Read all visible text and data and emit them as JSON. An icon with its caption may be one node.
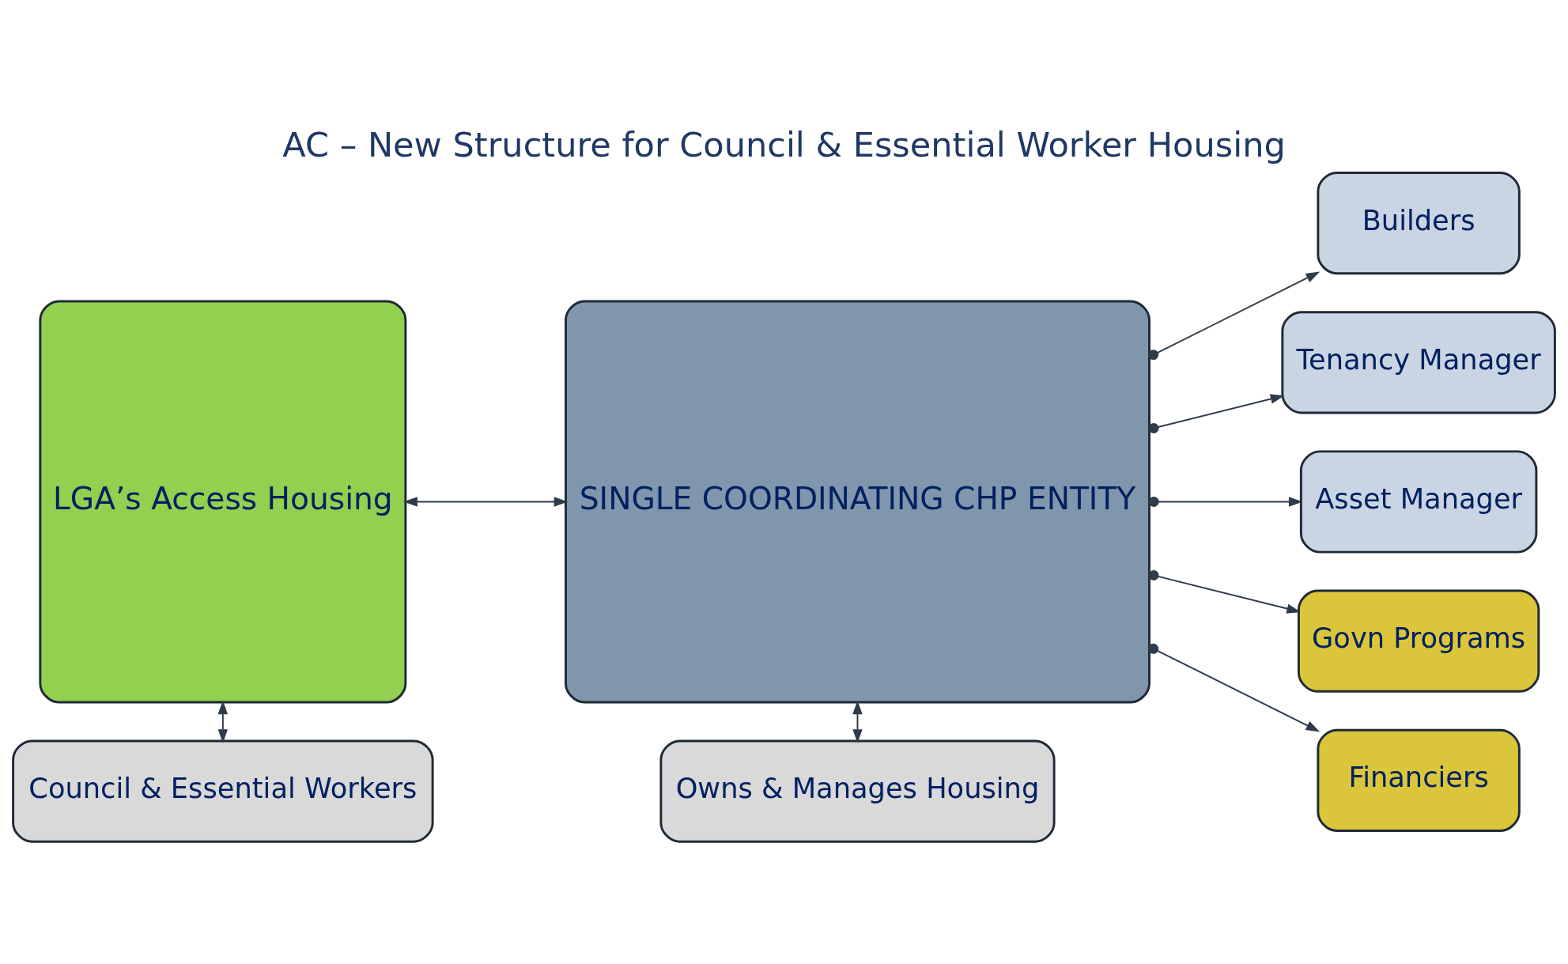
{
  "diagram": {
    "title": "AC – New Structure for Council & Essential Worker Housing",
    "nodes": [
      {
        "text": [
          "LGA’s Access Housing"
        ]
      },
      {
        "text": [
          "SINGLE COORDINATING CHP ENTITY"
        ]
      },
      {
        "text": [
          "Builders"
        ]
      },
      {
        "text": [
          "Tenancy Manager"
        ]
      },
      {
        "text": [
          "Asset Manager"
        ]
      },
      {
        "text": [
          "Govn Programs"
        ]
      },
      {
        "text": [
          "Financiers"
        ]
      },
      {
        "text": [
          "Council & Essential Workers"
        ]
      },
      {
        "text": [
          "Owns & Manages Housing"
        ]
      }
    ],
    "edges": [
      {
        "from": 0,
        "to": 1,
        "arrow": "both"
      },
      {
        "from": 1,
        "to": 2,
        "arrow": "to"
      },
      {
        "from": 1,
        "to": 3,
        "arrow": "to"
      },
      {
        "from": 1,
        "to": 4,
        "arrow": "to"
      },
      {
        "from": 1,
        "to": 5,
        "arrow": "to"
      },
      {
        "from": 1,
        "to": 6,
        "arrow": "to"
      },
      {
        "from": 0,
        "to": 7,
        "arrow": "both"
      },
      {
        "from": 1,
        "to": 8,
        "arrow": "both"
      }
    ]
  }
}
